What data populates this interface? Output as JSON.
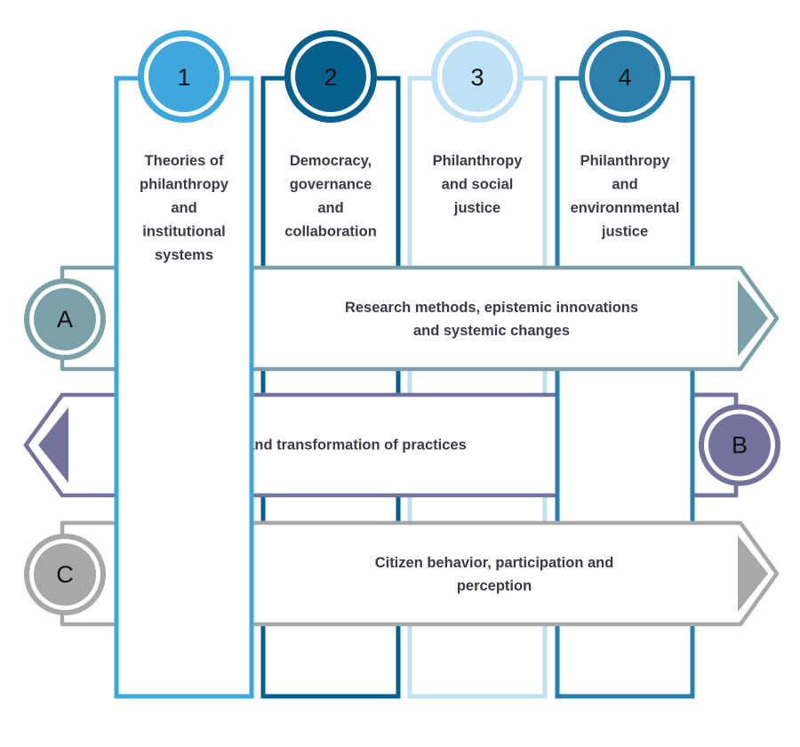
{
  "columns": [
    {
      "number": "1",
      "lines": [
        "Theories of",
        "philanthropy",
        "and",
        "institutional",
        "systems"
      ],
      "color": "#3ea8dc"
    },
    {
      "number": "2",
      "lines": [
        "Democracy,",
        "governance",
        "and",
        "collaboration"
      ],
      "color": "#05608e"
    },
    {
      "number": "3",
      "lines": [
        "Philanthropy",
        "and social",
        "justice"
      ],
      "color": "#bfe1f5"
    },
    {
      "number": "4",
      "lines": [
        "Philanthropy",
        "and",
        "environnmental",
        "justice"
      ],
      "color": "#2a7fab"
    }
  ],
  "bands": [
    {
      "letter": "A",
      "lines": [
        "Research methods, epistemic innovations",
        "and systemic changes"
      ],
      "direction": "right",
      "color": "#7aa0a8"
    },
    {
      "letter": "B",
      "lines": [
        "Innovation and transformation of practices"
      ],
      "direction": "left",
      "color": "#73739e"
    },
    {
      "letter": "C",
      "lines": [
        "Citizen behavior, participation and",
        "perception"
      ],
      "direction": "right",
      "color": "#a8a8a8"
    }
  ]
}
